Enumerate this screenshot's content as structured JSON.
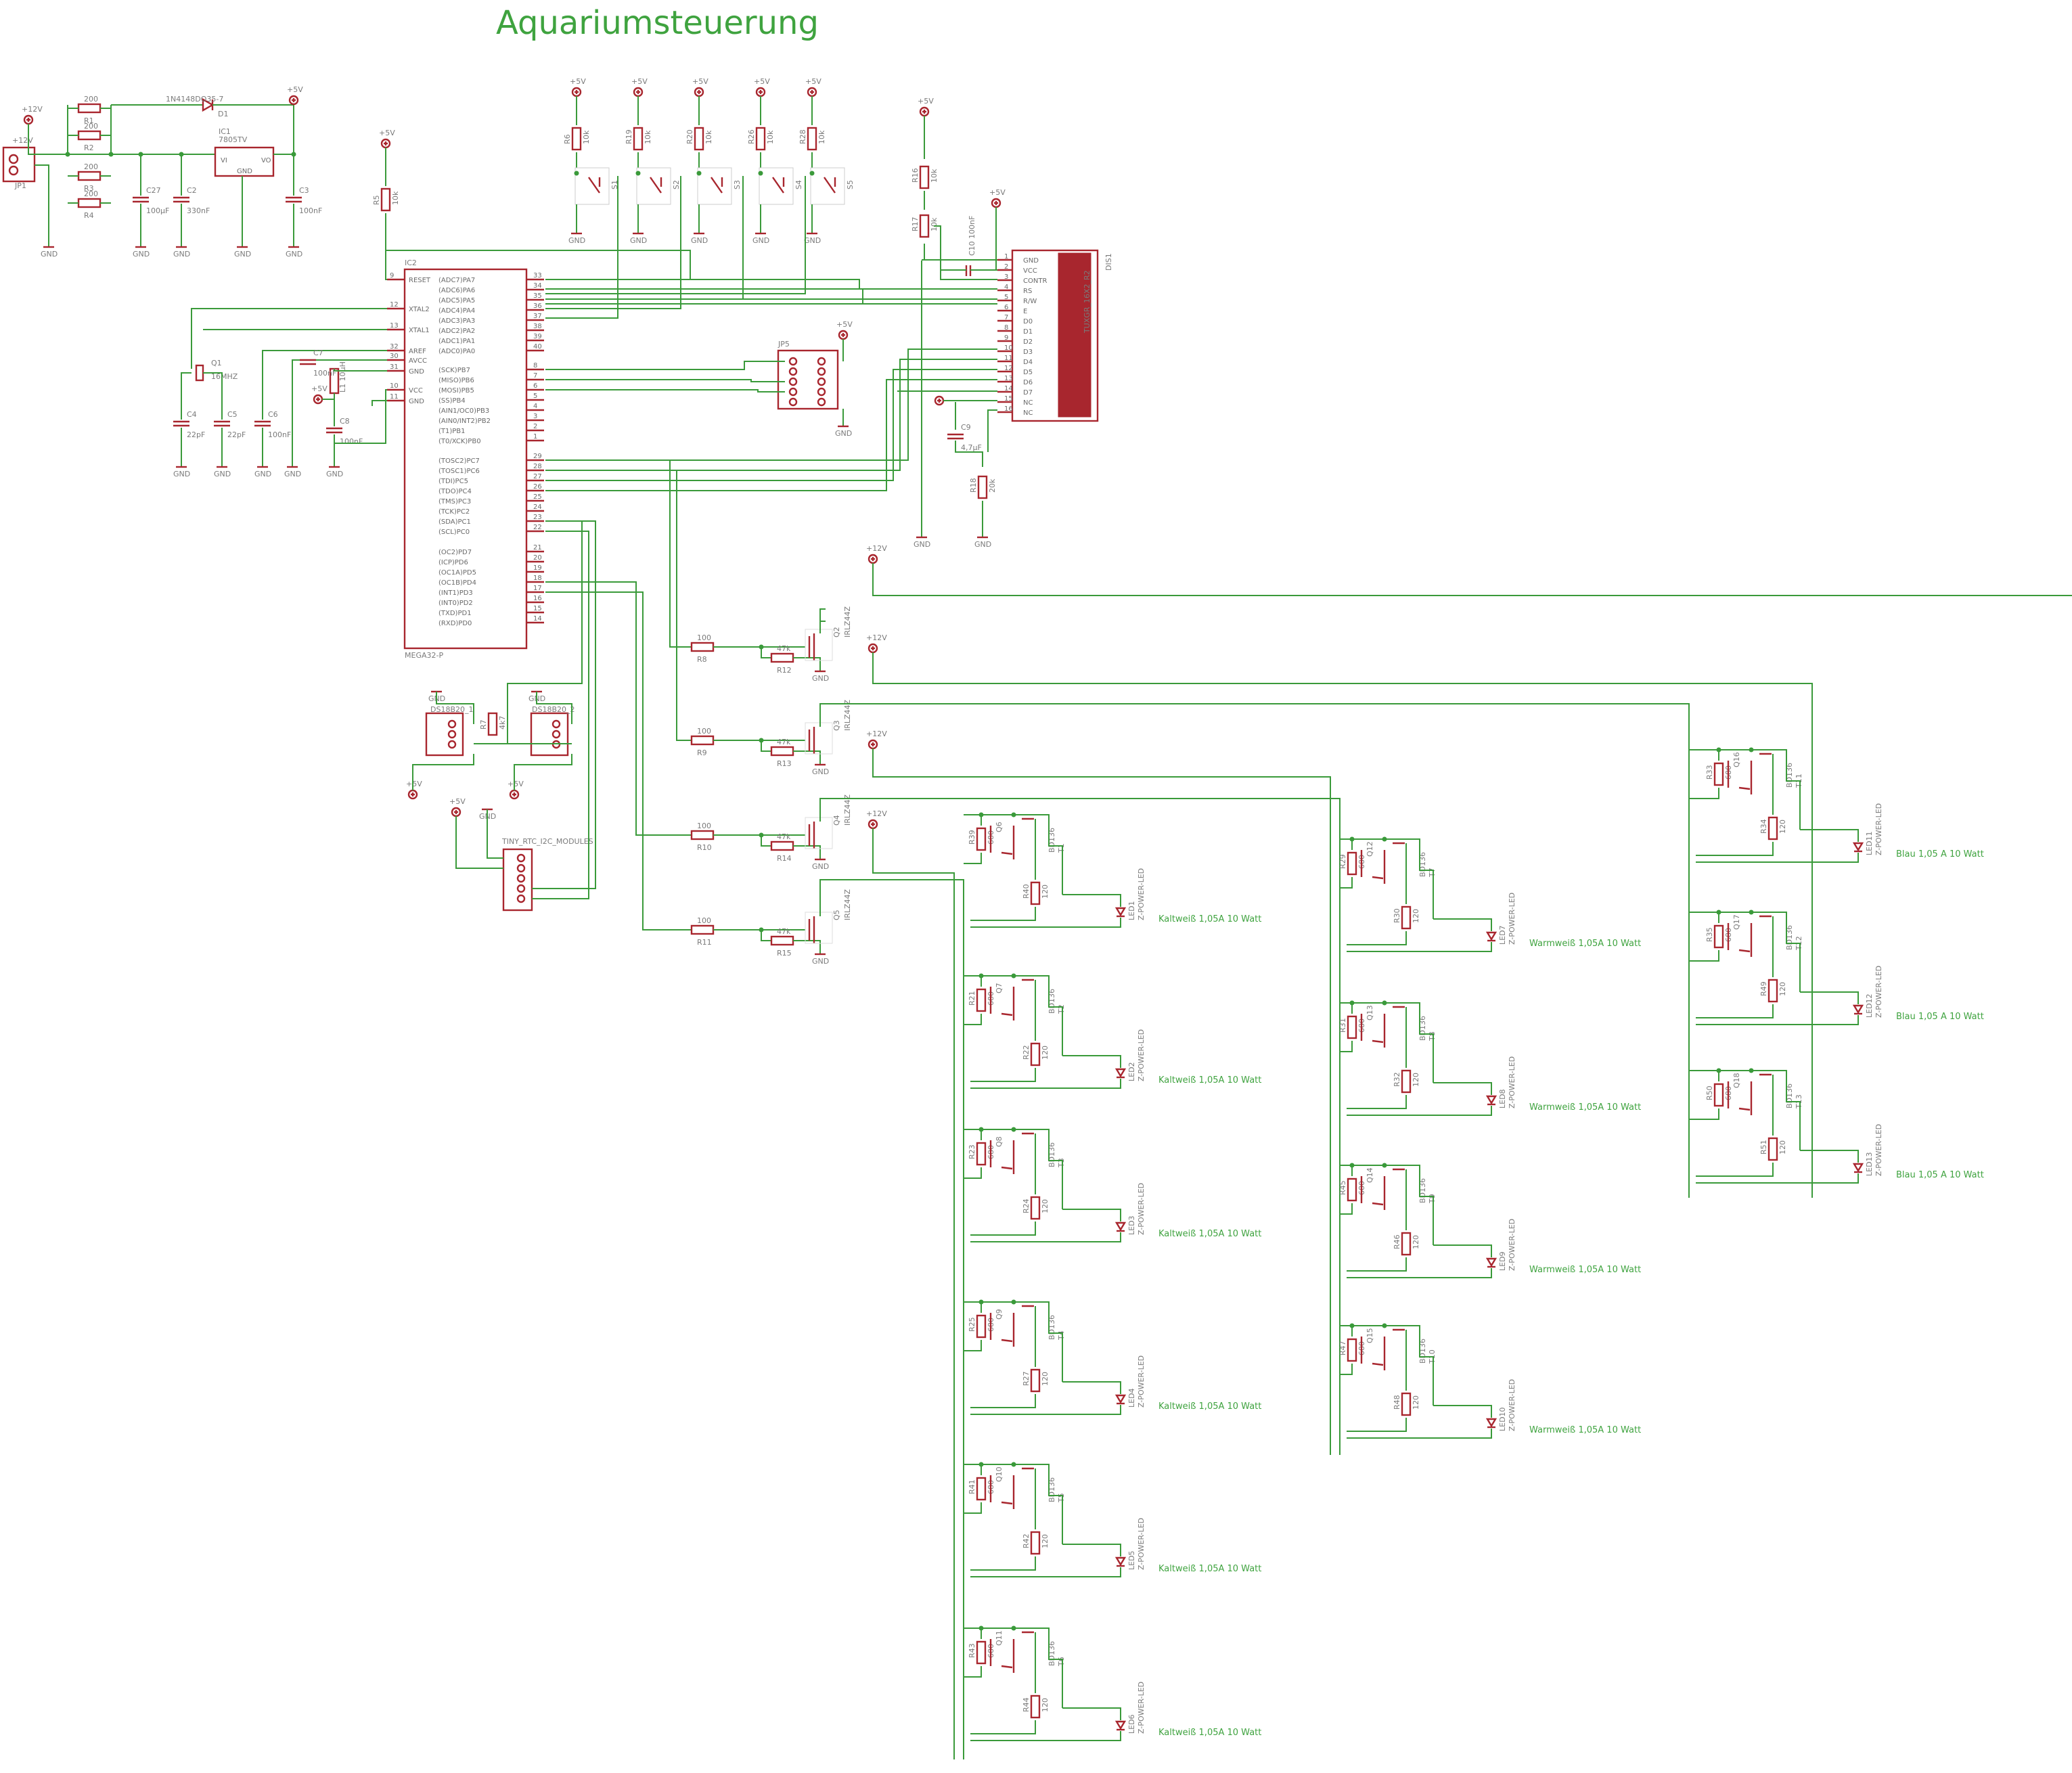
{
  "title": "Aquariumsteuerung",
  "power": {
    "p12": "+12V",
    "p5": "+5V",
    "gnd": "GND"
  },
  "connector": {
    "name": "JP1"
  },
  "resistors_in": [
    {
      "name": "R1",
      "value": "200"
    },
    {
      "name": "R2",
      "value": "200"
    },
    {
      "name": "R3",
      "value": "200"
    },
    {
      "name": "R4",
      "value": "200"
    }
  ],
  "regulator": {
    "name": "IC1",
    "type": "7805TV",
    "vi": "VI",
    "vo": "VO",
    "gnd": "GND"
  },
  "diode": {
    "name": "D1",
    "type": "1N4148DO35-7"
  },
  "caps_in": [
    {
      "name": "C27",
      "value": "100µF"
    },
    {
      "name": "C2",
      "value": "330nF"
    },
    {
      "name": "C3",
      "value": "100nF"
    }
  ],
  "mcu": {
    "name": "IC2",
    "part": "MEGA32-P",
    "left_pins": [
      {
        "num": "9",
        "label": "RESET"
      },
      {
        "num": "12",
        "label": "XTAL2"
      },
      {
        "num": "13",
        "label": "XTAL1"
      },
      {
        "num": "32",
        "label": "AREF"
      },
      {
        "num": "30",
        "label": "AVCC"
      },
      {
        "num": "31",
        "label": "GND"
      },
      {
        "num": "10",
        "label": "VCC"
      },
      {
        "num": "11",
        "label": "GND"
      }
    ],
    "right_pins": [
      {
        "num": "33",
        "label": "(ADC7)PA7"
      },
      {
        "num": "34",
        "label": "(ADC6)PA6"
      },
      {
        "num": "35",
        "label": "(ADC5)PA5"
      },
      {
        "num": "36",
        "label": "(ADC4)PA4"
      },
      {
        "num": "37",
        "label": "(ADC3)PA3"
      },
      {
        "num": "38",
        "label": "(ADC2)PA2"
      },
      {
        "num": "39",
        "label": "(ADC1)PA1"
      },
      {
        "num": "40",
        "label": "(ADC0)PA0"
      },
      {
        "num": "8",
        "label": "(SCK)PB7"
      },
      {
        "num": "7",
        "label": "(MISO)PB6"
      },
      {
        "num": "6",
        "label": "(MOSI)PB5"
      },
      {
        "num": "5",
        "label": "(SS)PB4"
      },
      {
        "num": "4",
        "label": "(AIN1/OC0)PB3"
      },
      {
        "num": "3",
        "label": "(AIN0/INT2)PB2"
      },
      {
        "num": "2",
        "label": "(T1)PB1"
      },
      {
        "num": "1",
        "label": "(T0/XCK)PB0"
      },
      {
        "num": "29",
        "label": "(TOSC2)PC7"
      },
      {
        "num": "28",
        "label": "(TOSC1)PC6"
      },
      {
        "num": "27",
        "label": "(TDI)PC5"
      },
      {
        "num": "26",
        "label": "(TDO)PC4"
      },
      {
        "num": "25",
        "label": "(TMS)PC3"
      },
      {
        "num": "24",
        "label": "(TCK)PC2"
      },
      {
        "num": "23",
        "label": "(SDA)PC1"
      },
      {
        "num": "22",
        "label": "(SCL)PC0"
      },
      {
        "num": "21",
        "label": "(OC2)PD7"
      },
      {
        "num": "20",
        "label": "(ICP)PD6"
      },
      {
        "num": "19",
        "label": "(OC1A)PD5"
      },
      {
        "num": "18",
        "label": "(OC1B)PD4"
      },
      {
        "num": "17",
        "label": "(INT1)PD3"
      },
      {
        "num": "16",
        "label": "(INT0)PD2"
      },
      {
        "num": "15",
        "label": "(TXD)PD1"
      },
      {
        "num": "14",
        "label": "(RXD)PD0"
      }
    ]
  },
  "crystal": {
    "name": "Q1",
    "value": "16MHZ"
  },
  "caps_mcu": [
    {
      "name": "C4",
      "value": "22pF"
    },
    {
      "name": "C5",
      "value": "22pF"
    },
    {
      "name": "C6",
      "value": "100nF"
    },
    {
      "name": "C7",
      "value": "100nF"
    },
    {
      "name": "C8",
      "value": "100nF"
    }
  ],
  "l1": {
    "name": "L1",
    "value": "10µH"
  },
  "r5": {
    "name": "R5",
    "value": "10k"
  },
  "buttons": [
    {
      "r": "R6",
      "rv": "10k",
      "s": "S1"
    },
    {
      "r": "R19",
      "rv": "10k",
      "s": "S2"
    },
    {
      "r": "R20",
      "rv": "10k",
      "s": "S3"
    },
    {
      "r": "R26",
      "rv": "10k",
      "s": "S4"
    },
    {
      "r": "R28",
      "rv": "10k",
      "s": "S5"
    }
  ],
  "isp": {
    "name": "JP5"
  },
  "lcd": {
    "name": "DIS1",
    "part": "TUXGR_16X2_R2",
    "pins": [
      "GND",
      "VCC",
      "CONTR",
      "RS",
      "R/W",
      "E",
      "D0",
      "D1",
      "D2",
      "D3",
      "D4",
      "D5",
      "D6",
      "D7",
      "NC",
      "NC"
    ]
  },
  "lcd_parts": {
    "r16": {
      "name": "R16",
      "value": "10k"
    },
    "r17": {
      "name": "R17",
      "value": "10k"
    },
    "c10": {
      "name": "C10",
      "value": "100nF"
    },
    "c9": {
      "name": "C9",
      "value": "4,7µF"
    },
    "r18": {
      "name": "R18",
      "value": "20k"
    }
  },
  "sensors": {
    "ds1": "DS18B20_1",
    "ds2": "DS18B20_2",
    "r7": {
      "name": "R7",
      "value": "4k7"
    },
    "rtc": "TINY_RTC_I2C_MODULES"
  },
  "mosfets": [
    {
      "q": "Q2",
      "type": "IRLZ44Z",
      "r_gate": "R8",
      "rg_val": "100",
      "r_pd": "R12",
      "rp_val": "47k"
    },
    {
      "q": "Q3",
      "type": "IRLZ44Z",
      "r_gate": "R9",
      "rg_val": "100",
      "r_pd": "R13",
      "rp_val": "47k"
    },
    {
      "q": "Q4",
      "type": "IRLZ44Z",
      "r_gate": "R10",
      "rg_val": "100",
      "r_pd": "R14",
      "rp_val": "47k"
    },
    {
      "q": "Q5",
      "type": "IRLZ44Z",
      "r_gate": "R11",
      "rg_val": "100",
      "r_pd": "R15",
      "rp_val": "47k"
    }
  ],
  "led_cols": [
    {
      "label": "Kaltweiß 1,05A 10 Watt",
      "stages": [
        {
          "q": "Q6",
          "r": "R39",
          "rv": "680",
          "t": "T1",
          "rs": "R40",
          "led": "LED1"
        },
        {
          "q": "Q7",
          "r": "R21",
          "rv": "680",
          "t": "T2",
          "rs": "R22",
          "led": "LED2"
        },
        {
          "q": "Q8",
          "r": "R23",
          "rv": "680",
          "t": "T3",
          "rs": "R24",
          "led": "LED3"
        },
        {
          "q": "Q9",
          "r": "R25",
          "rv": "680",
          "t": "T4",
          "rs": "R27",
          "led": "LED4"
        },
        {
          "q": "Q10",
          "r": "R41",
          "rv": "680",
          "t": "T5",
          "rs": "R42",
          "led": "LED5"
        },
        {
          "q": "Q11",
          "r": "R43",
          "rv": "680",
          "t": "T6",
          "rs": "R44",
          "led": "LED6"
        }
      ]
    },
    {
      "label": "Warmweiß 1,05A 10 Watt",
      "stages": [
        {
          "q": "Q12",
          "r": "R29",
          "rv": "680",
          "t": "T7",
          "rs": "R30",
          "led": "LED7"
        },
        {
          "q": "Q13",
          "r": "R31",
          "rv": "680",
          "t": "T8",
          "rs": "R32",
          "led": "LED8"
        },
        {
          "q": "Q14",
          "r": "R45",
          "rv": "680",
          "t": "T9",
          "rs": "R46",
          "led": "LED9"
        },
        {
          "q": "Q15",
          "r": "R47",
          "rv": "680",
          "t": "T10",
          "rs": "R48",
          "led": "LED10"
        }
      ]
    },
    {
      "label": "Blau 1,05 A 10 Watt",
      "stages": [
        {
          "q": "Q16",
          "r": "R33",
          "rv": "680",
          "t": "T11",
          "rs": "R34",
          "led": "LED11"
        },
        {
          "q": "Q17",
          "r": "R35",
          "rv": "680",
          "t": "T12",
          "rs": "R49",
          "led": "LED12"
        },
        {
          "q": "Q18",
          "r": "R50",
          "rv": "680",
          "t": "T13",
          "rs": "R51",
          "led": "LED13"
        }
      ]
    }
  ],
  "bjt": {
    "type": "BD136",
    "rs_val": "120",
    "led_type": "Z-POWER-LED"
  }
}
